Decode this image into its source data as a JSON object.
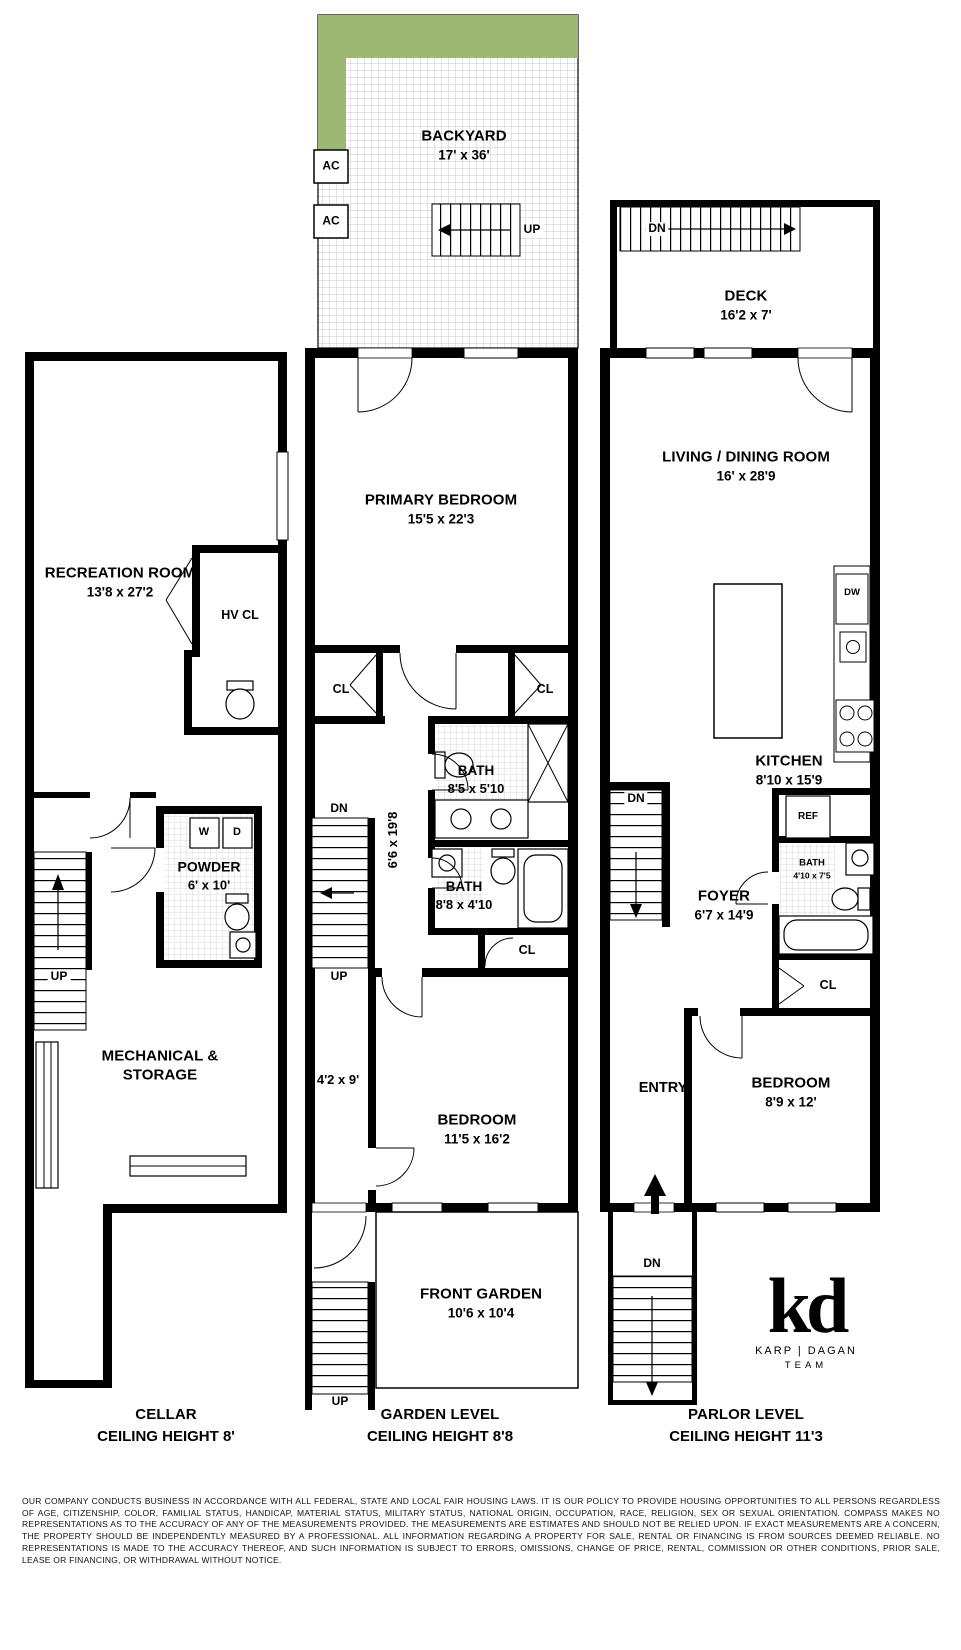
{
  "palette": {
    "green": "#9cb873",
    "wall": "#000000",
    "grid_line": "#c8c8c8",
    "tile_line": "#d9d9d9"
  },
  "branding": {
    "mark": "kd",
    "team_line": "KARP | DAGAN",
    "team_word": "TEAM"
  },
  "cellar": {
    "title": "CELLAR",
    "ceiling": "CEILING HEIGHT 8'",
    "recreation_name": "RECREATION ROOM",
    "recreation_dims": "13'8 x 27'2",
    "hv_cl": "HV CL",
    "washer": "W",
    "dryer": "D",
    "powder_name": "POWDER",
    "powder_dims": "6' x 10'",
    "mechanical_name": "MECHANICAL & STORAGE",
    "stair_up": "UP"
  },
  "garden": {
    "title": "GARDEN LEVEL",
    "ceiling": "CEILING HEIGHT 8'8",
    "backyard_name": "BACKYARD",
    "backyard_dims": "17' x 36'",
    "ac_top": "AC",
    "ac_bottom": "AC",
    "backyard_stair_up": "UP",
    "primary_name": "PRIMARY BEDROOM",
    "primary_dims": "15'5 x 22'3",
    "closet_left": "CL",
    "closet_right": "CL",
    "bath1_name": "BATH",
    "bath1_dims": "8'5 x 5'10",
    "hall_dims": "6'6 x 19'8",
    "stair_dn": "DN",
    "stair_up": "UP",
    "bath2_name": "BATH",
    "bath2_dims": "8'8 x 4'10",
    "closet_hall": "CL",
    "corridor_dims": "4'2 x 9'",
    "bedroom_name": "BEDROOM",
    "bedroom_dims": "11'5 x 16'2",
    "front_garden_name": "FRONT GARDEN",
    "front_garden_dims": "10'6 x 10'4",
    "front_stair_up": "UP"
  },
  "parlor": {
    "title": "PARLOR LEVEL",
    "ceiling": "CEILING HEIGHT 11'3",
    "deck_name": "DECK",
    "deck_dims": "16'2 x 7'",
    "deck_stair_dn": "DN",
    "living_name": "LIVING / DINING ROOM",
    "living_dims": "16' x 28'9",
    "dishwasher": "DW",
    "kitchen_name": "KITCHEN",
    "kitchen_dims": "8'10 x 15'9",
    "refrigerator": "REF",
    "stair_dn": "DN",
    "bath_name": "BATH",
    "bath_dims": "4'10 x 7'5",
    "foyer_name": "FOYER",
    "foyer_dims": "6'7 x 14'9",
    "closet": "CL",
    "entry": "ENTRY",
    "bedroom_name": "BEDROOM",
    "bedroom_dims": "8'9 x 12'",
    "stoop_dn": "DN"
  },
  "page": {
    "disclaimer": "OUR COMPANY CONDUCTS BUSINESS IN ACCORDANCE WITH ALL FEDERAL, STATE AND LOCAL FAIR HOUSING LAWS. IT IS OUR POLICY TO PROVIDE HOUSING OPPORTUNITIES TO ALL PERSONS REGARDLESS OF AGE, CITIZENSHIP, COLOR, FAMILIAL STATUS, HANDICAP, MATERIAL STATUS, MILITARY STATUS, NATIONAL ORIGIN, OCCUPATION, RACE, RELIGION, SEX OR SEXUAL ORIENTATION. COMPASS MAKES NO REPRESENTATIONS AS TO THE ACCURACY OF ANY OF THE MEASUREMENTS PROVIDED. THE MEASUREMENTS ARE ESTIMATES AND SHOULD NOT BE RELIED UPON. IF EXACT MEASUREMENTS ARE A CONCERN, THE PROPERTY SHOULD BE INDEPENDENTLY MEASURED BY A PROFESSIONAL. ALL INFORMATION REGARDING A PROPERTY FOR SALE, RENTAL OR FINANCING IS FROM SOURCES DEEMED RELIABLE. NO REPRESENTATIONS IS MADE TO THE ACCURACY THEREOF, AND SUCH INFORMATION IS SUBJECT TO ERRORS, OMISSIONS, CHANGE OF PRICE, RENTAL, COMMISSION OR OTHER CONDITIONS, PRIOR SALE, LEASE OR FINANCING, OR WITHDRAWAL WITHOUT NOTICE."
  }
}
